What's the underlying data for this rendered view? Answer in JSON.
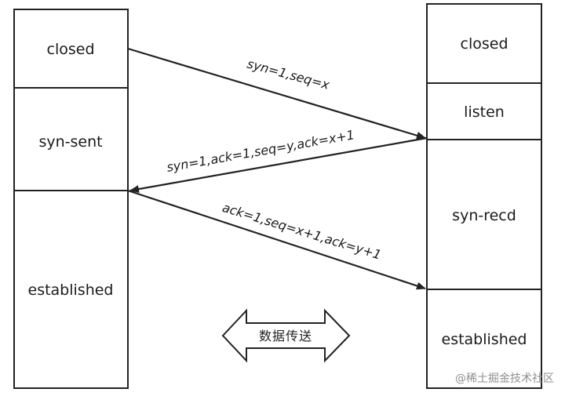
{
  "client": {
    "states": [
      "closed",
      "syn-sent",
      "established"
    ]
  },
  "server": {
    "states": [
      "closed",
      "listen",
      "syn-recd",
      "established"
    ]
  },
  "messages": [
    {
      "label": "syn=1,seq=x"
    },
    {
      "label": "syn=1,ack=1,seq=y,ack=x+1"
    },
    {
      "label": "ack=1,seq=x+1,ack=y+1"
    }
  ],
  "transfer_label": "数据传送",
  "watermark": "@稀土掘金技术社区",
  "colors": {
    "stroke": "#222222",
    "text": "#1a1a1a",
    "watermark": "#8f8f8f"
  }
}
